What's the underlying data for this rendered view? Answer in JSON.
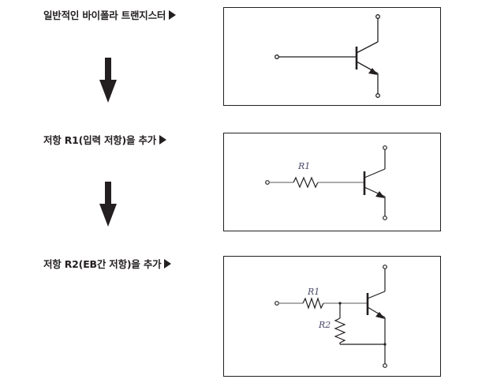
{
  "steps": [
    {
      "label": "일반적인 바이폴라 트랜지스터"
    },
    {
      "label": "저항 R1(입력 저항)을 추가"
    },
    {
      "label": "저항 R2(EB간 저항)을 추가"
    }
  ],
  "circuits": {
    "r1_label": "R1",
    "r2_label": "R2"
  },
  "colors": {
    "ink": "#231f20",
    "wire": "#7a7a7a"
  },
  "icons": {
    "step_marker": "triangle-right-icon",
    "flow_arrow": "arrow-down-icon"
  }
}
